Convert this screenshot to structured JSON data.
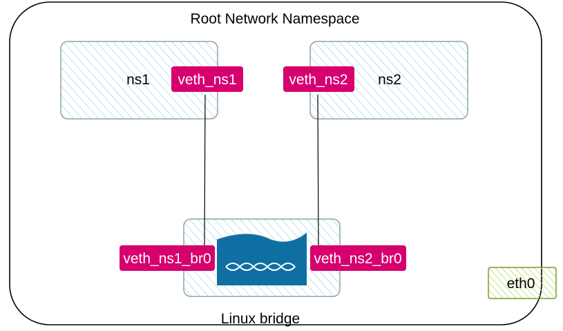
{
  "diagram": {
    "title": "Root Network Namespace",
    "namespaces": [
      {
        "name": "ns1",
        "interface": "veth_ns1"
      },
      {
        "name": "ns2",
        "interface": "veth_ns2"
      }
    ],
    "bridge": {
      "label": "Linux bridge",
      "ports": [
        "veth_ns1_br0",
        "veth_ns2_br0"
      ]
    },
    "host_interface": "eth0",
    "colors": {
      "namespace_fill": "#a8d8ea",
      "namespace_stroke": "#8fa0aa",
      "veth_fill": "#d6006e",
      "veth_text": "#ffffff",
      "bridge_icon": "#0f6fa3",
      "eth0_fill": "#b5e05a",
      "eth0_stroke": "#7a9a2a",
      "outline": "#000000"
    }
  }
}
